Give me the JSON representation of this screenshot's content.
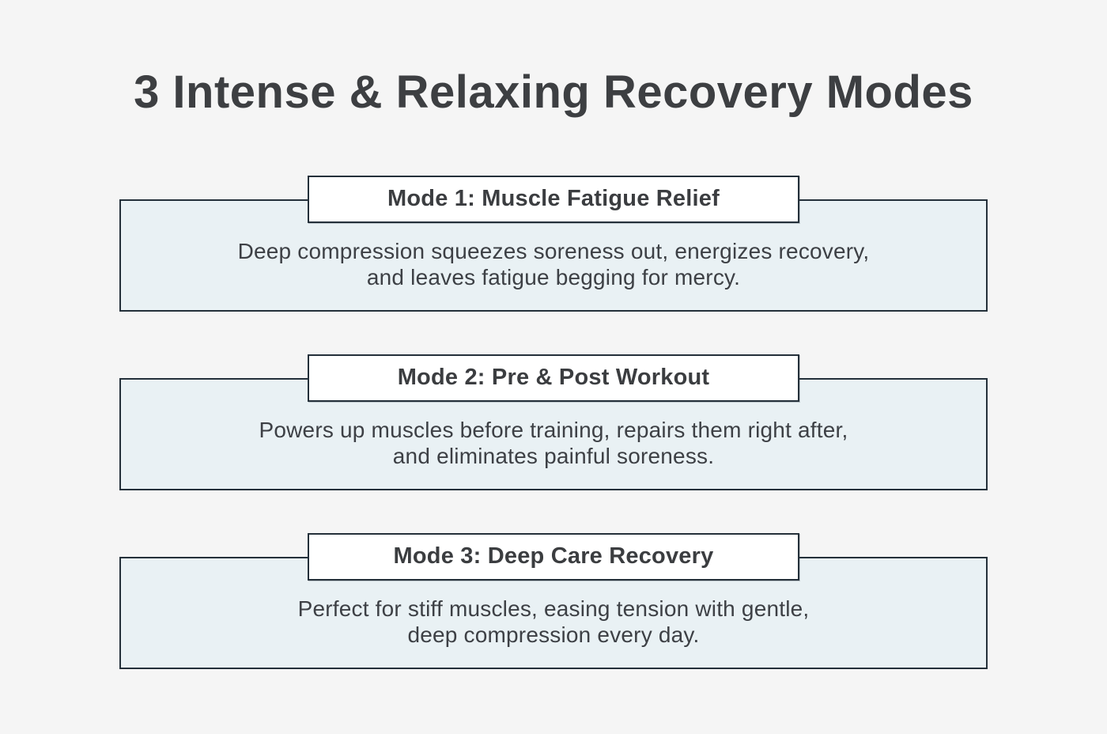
{
  "page": {
    "title": "3 Intense & Relaxing Recovery Modes"
  },
  "colors": {
    "page_background": "#f5f5f5",
    "card_body_background": "#e9f1f4",
    "card_border": "#24303a",
    "card_header_background": "#ffffff",
    "text": "#3d4045"
  },
  "cards": [
    {
      "title": "Mode 1: Muscle Fatigue Relief",
      "line1": "Deep compression squeezes soreness out, energizes recovery,",
      "line2": "and leaves fatigue begging for mercy."
    },
    {
      "title": "Mode 2: Pre & Post Workout",
      "line1": "Powers up muscles before training, repairs them right after,",
      "line2": "and eliminates painful soreness."
    },
    {
      "title": "Mode 3: Deep Care Recovery",
      "line1": "Perfect for stiff muscles, easing tension with gentle,",
      "line2": "deep compression every day."
    }
  ]
}
